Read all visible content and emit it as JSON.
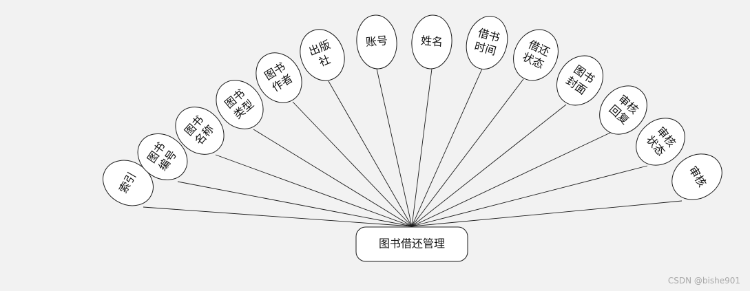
{
  "diagram": {
    "entity": "图书借还管理",
    "attributes": [
      [
        "索引"
      ],
      [
        "图书",
        "编号"
      ],
      [
        "图书",
        "名称"
      ],
      [
        "图书",
        "类型"
      ],
      [
        "图书",
        "作者"
      ],
      [
        "出版",
        "社"
      ],
      [
        "账号"
      ],
      [
        "姓名"
      ],
      [
        "借书",
        "时间"
      ],
      [
        "借还",
        "状态"
      ],
      [
        "图书",
        "封面"
      ],
      [
        "审核",
        "回复"
      ],
      [
        "审核",
        "状态"
      ],
      [
        "审核"
      ]
    ]
  },
  "watermark": "CSDN @bishe901"
}
